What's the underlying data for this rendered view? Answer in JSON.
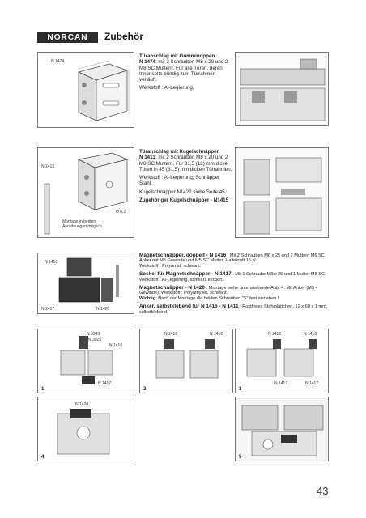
{
  "header": {
    "logo": "NORCAN",
    "title": "Zubehör"
  },
  "block1": {
    "label": "N 1474",
    "title": "Türanschlag mit Gumminoppen",
    "body_code": "N 1474",
    "body": ": mit 2 Schrauben M8 x 20 und 2 M8 SC Muttern. Für alle Türen, deren Innenseite bündig zum Türrahmen verläuft.",
    "material": "Werkstoff : Al-Legierung."
  },
  "block2": {
    "label": "N 1413",
    "note": "Montage in beiden Anordnungen möglich",
    "dim_label": "Ø 6,2",
    "title": "Türanschlag mit Kugelschnäpper",
    "body_code": "N 1413",
    "body": ": mit 2 Schrauben M8 x 20 und 2 M8 SC Muttern. Für 31,5 (18) mm dicke Türen in 45 (31,5) mm dicken Türrahmen,",
    "material": "Werkstoff : Al-Legierung, Schnäpper Stahl.",
    "spare": "Kugelschnäpper N1422 siehe Seite 45.",
    "related": "Zugehöriger Kugelschnäpper - N1415"
  },
  "block3": {
    "labels": [
      "N 1416",
      "N 1417",
      "N 1420"
    ],
    "p1_title": "Magnetschnäpper, doppelt - N 1416",
    "p1_body": ": Mit 2 Schrauben M6 x 25 und 2 Muttern M6 SC. Anker mit M5 Gewinde und M5 SC Mutter. Haltekraft 15 N.",
    "p1_mat": "Werkstoff : Polyamid, schwarz.",
    "p2_title": "Sockel für Magnetschnäpper - N 1417",
    "p2_body": ": Mit 1 Schraube M8 x 25 und 1 Mutter M8 SC. Werkstoff : Al-Legierung, schwarz eloxiert.",
    "p3_title": "Magnetschnäpper - N 1420",
    "p3_body": ": Montage siehe untenstehende Abb. 4. Mit Anker (M5 - Gewinde). Werkstoff : Polyäthylen, schwarz.",
    "p3_warn_label": "Wichtig",
    "p3_warn": ": Nach der Montage die beiden Schrauben \"S\" fest anziehen !",
    "p4_title": "Anker, selbstklebend für N 1416 - N 1411",
    "p4_body": ": Rostfreies Stahlplättchen. 12 x 60 x 1 mm, selbstklebend."
  },
  "figures": {
    "fig1": {
      "number": "1",
      "labels": [
        "N 3343",
        "N 3025",
        "N 1416",
        "N 1417"
      ]
    },
    "fig2": {
      "number": "2",
      "labels": [
        "N 1416",
        "N 1416"
      ]
    },
    "fig3": {
      "number": "3",
      "labels": [
        "N 1416",
        "N 1416",
        "N 1417",
        "N 1417"
      ]
    },
    "fig4": {
      "number": "4",
      "labels": [
        "N 1420"
      ]
    },
    "fig5": {
      "number": "5"
    }
  },
  "page_number": "43"
}
